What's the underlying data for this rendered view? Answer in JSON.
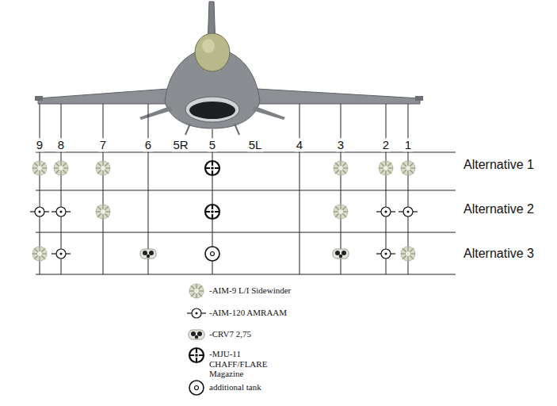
{
  "diagram": {
    "labels": [
      "9",
      "8",
      "7",
      "6",
      "5R",
      "5",
      "5L",
      "4",
      "3",
      "2",
      "1",
      "Alternative 1",
      "Alternative 2",
      "Alternative 3"
    ],
    "legend": [
      {
        "text": "-AIM-9 L/I Sidewinder"
      },
      {
        "text": "-AIM-120 AMRAAM"
      },
      {
        "text": "-CRV7 2,75"
      },
      {
        "text": "-MJU-11 CHAFF/FLARE Magazine"
      },
      {
        "text": "additional tank"
      }
    ]
  }
}
